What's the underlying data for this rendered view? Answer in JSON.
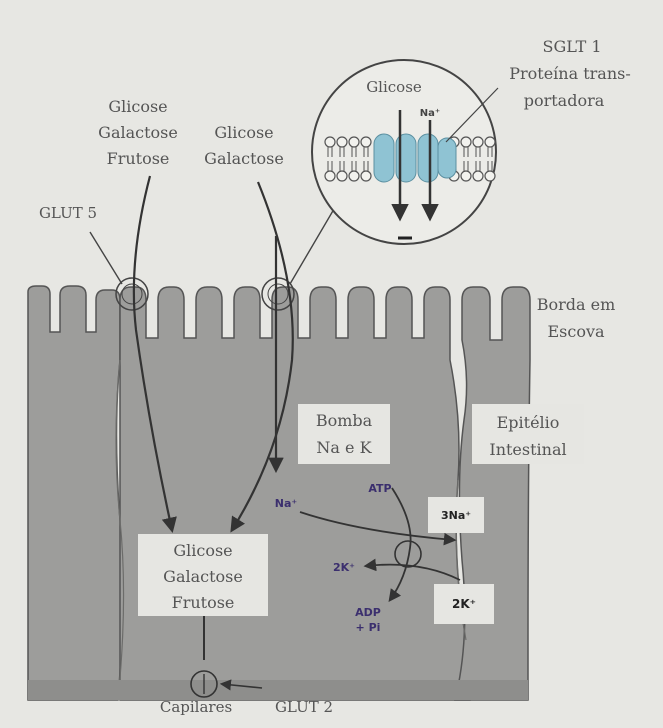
{
  "labels": {
    "sglt1_title": "SGLT 1",
    "sglt1_line1": "Proteína trans-",
    "sglt1_line2": "portadora",
    "inset_glicose": "Glicose",
    "inset_na": "Na⁺",
    "left_in_1": "Glicose",
    "left_in_2": "Galactose",
    "left_in_3": "Frutose",
    "mid_in_1": "Glicose",
    "mid_in_2": "Galactose",
    "glut5": "GLUT 5",
    "borda_1": "Borda em",
    "borda_2": "Escova",
    "bomba_1": "Bomba",
    "bomba_2": "Na e K",
    "epitelio_1": "Epitélio",
    "epitelio_2": "Intestinal",
    "na_in": "Na⁺",
    "atp": "ATP",
    "three_na": "3Na⁺",
    "two_k_in": "2K⁺",
    "two_k_out": "2K⁺",
    "adp_1": "ADP",
    "adp_2": "+ Pi",
    "out_1": "Glicose",
    "out_2": "Galactose",
    "out_3": "Frutose",
    "capilares": "Capilares",
    "glut2": "GLUT 2"
  },
  "colors": {
    "background": "#e7e7e3",
    "cell": "#9d9d9b",
    "cell_dark": "#8a8a88",
    "membrane": "#555555",
    "transporter": "#8fc3d3",
    "pump_text": "#3b2f6e",
    "label_box": "#e6e6e2"
  }
}
